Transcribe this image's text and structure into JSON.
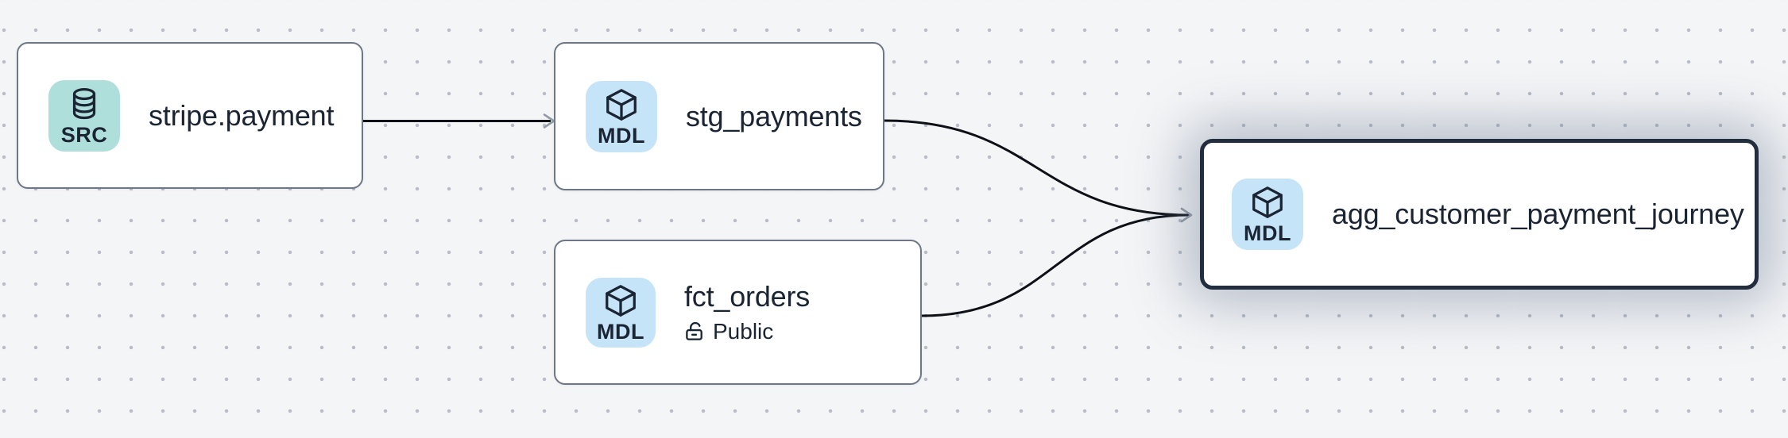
{
  "canvas": {
    "kind": "lineage-graph"
  },
  "colors": {
    "canvas_bg": "#f4f5f7",
    "dot": "#b7bcc6",
    "node_bg": "#ffffff",
    "node_border": "#6e7787",
    "selected_border": "#222e3e",
    "badge_src_bg": "#aedfda",
    "badge_mdl_bg": "#c5e4f8",
    "text": "#1b2433",
    "edge": "#0d1117",
    "arrow": "#939aa6"
  },
  "nodes": [
    {
      "id": "stripe.payment",
      "title": "stripe.payment",
      "badge": {
        "label": "SRC",
        "icon": "database-icon"
      },
      "selected": false
    },
    {
      "id": "stg_payments",
      "title": "stg_payments",
      "badge": {
        "label": "MDL",
        "icon": "cube-icon"
      },
      "selected": false
    },
    {
      "id": "fct_orders",
      "title": "fct_orders",
      "badge": {
        "label": "MDL",
        "icon": "cube-icon"
      },
      "access": {
        "icon": "lock-open-icon",
        "label": "Public"
      },
      "selected": false
    },
    {
      "id": "agg_customer_payment_journey",
      "title": "agg_customer_payment_journey",
      "badge": {
        "label": "MDL",
        "icon": "cube-icon"
      },
      "selected": true
    }
  ],
  "edges": [
    {
      "source": "stripe.payment",
      "target": "stg_payments"
    },
    {
      "source": "stg_payments",
      "target": "agg_customer_payment_journey"
    },
    {
      "source": "fct_orders",
      "target": "agg_customer_payment_journey"
    }
  ]
}
